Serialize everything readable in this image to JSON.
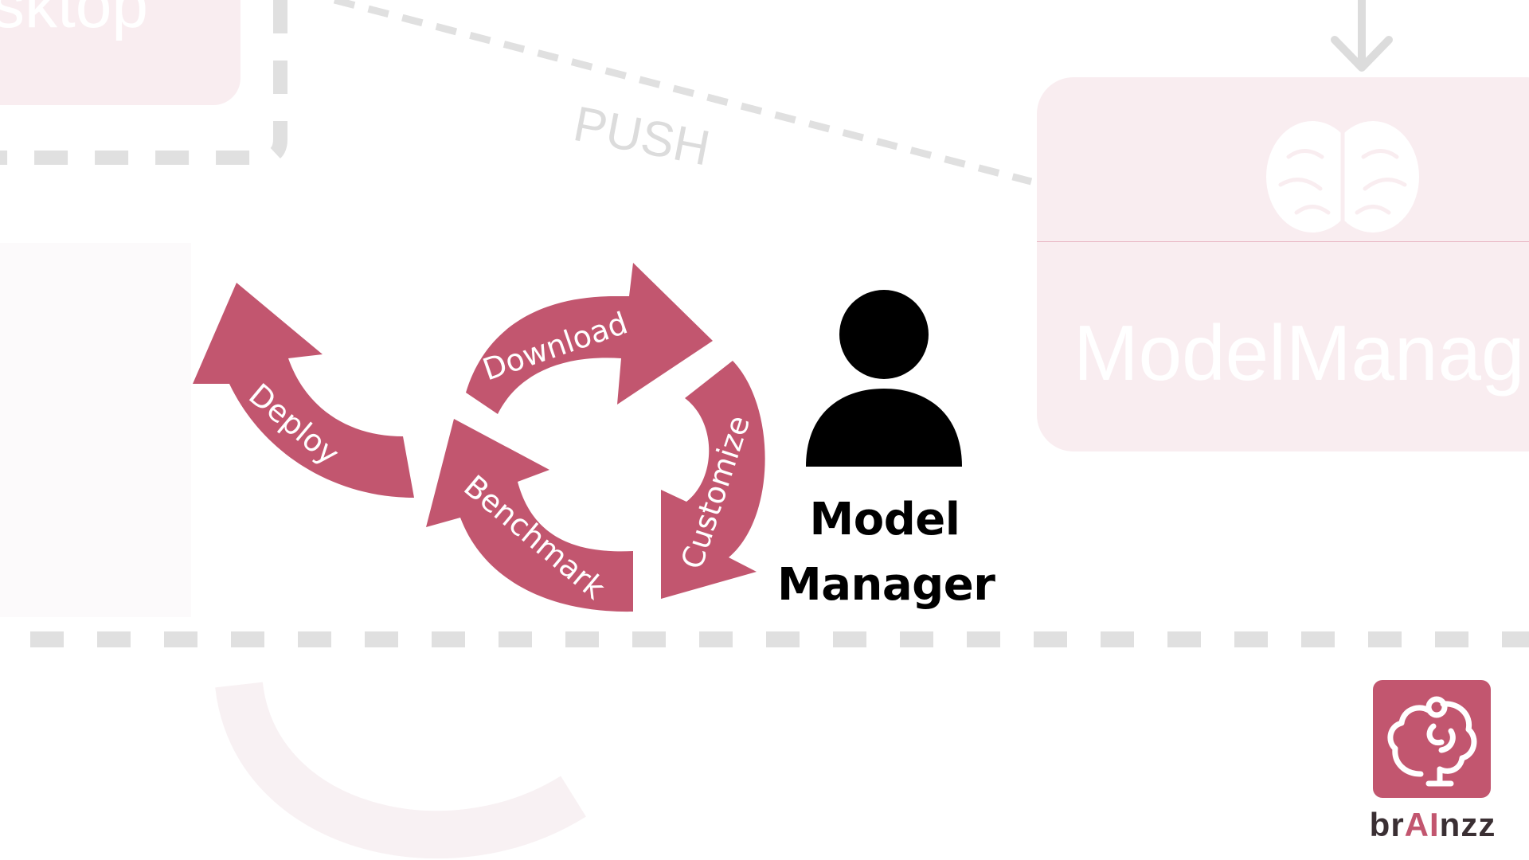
{
  "background": {
    "desktop_label": "sktop",
    "push_label": "PUSH",
    "model_manager_box_label": "ModelManag"
  },
  "cycle": {
    "steps": [
      {
        "label": "Download"
      },
      {
        "label": "Customize"
      },
      {
        "label": "Benchmark"
      },
      {
        "label": "Deploy"
      }
    ]
  },
  "role": {
    "line1": "Model",
    "line2": "Manager"
  },
  "brand": {
    "name_part1": "br",
    "name_highlight": "AI",
    "name_part2": "nzz"
  },
  "colors": {
    "accent": "#c2566f",
    "light_pink": "#f9edf0",
    "dash_gray": "#e0e0e0"
  }
}
